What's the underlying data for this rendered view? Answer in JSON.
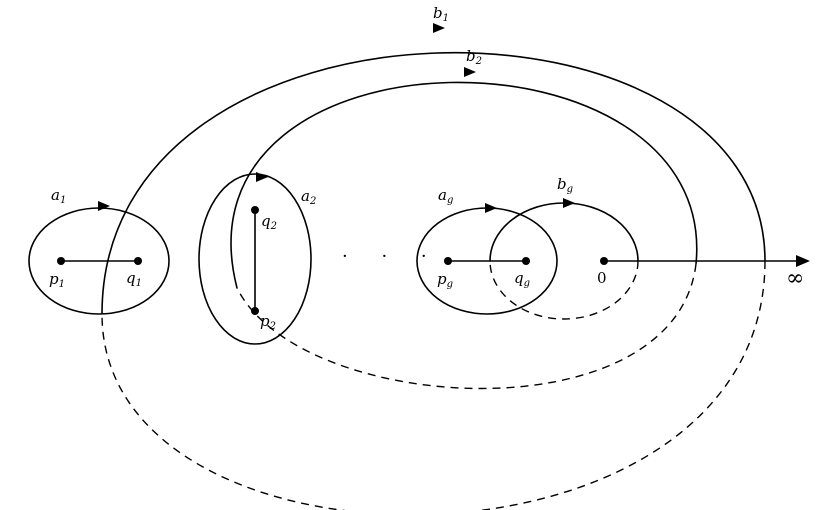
{
  "labels": {
    "b1": {
      "base": "b",
      "sub": "1"
    },
    "b2": {
      "base": "b",
      "sub": "2"
    },
    "a1": {
      "base": "a",
      "sub": "1"
    },
    "a2": {
      "base": "a",
      "sub": "2"
    },
    "ag": {
      "base": "a",
      "sub": "g"
    },
    "bg": {
      "base": "b",
      "sub": "g"
    },
    "p1": {
      "base": "p",
      "sub": "1"
    },
    "q1": {
      "base": "q",
      "sub": "1"
    },
    "p2": {
      "base": "p",
      "sub": "2"
    },
    "q2": {
      "base": "q",
      "sub": "2"
    },
    "pg": {
      "base": "p",
      "sub": "g"
    },
    "qg": {
      "base": "q",
      "sub": "g"
    }
  },
  "zero": "0",
  "infinity": "∞",
  "ellipsis": "· · ·"
}
